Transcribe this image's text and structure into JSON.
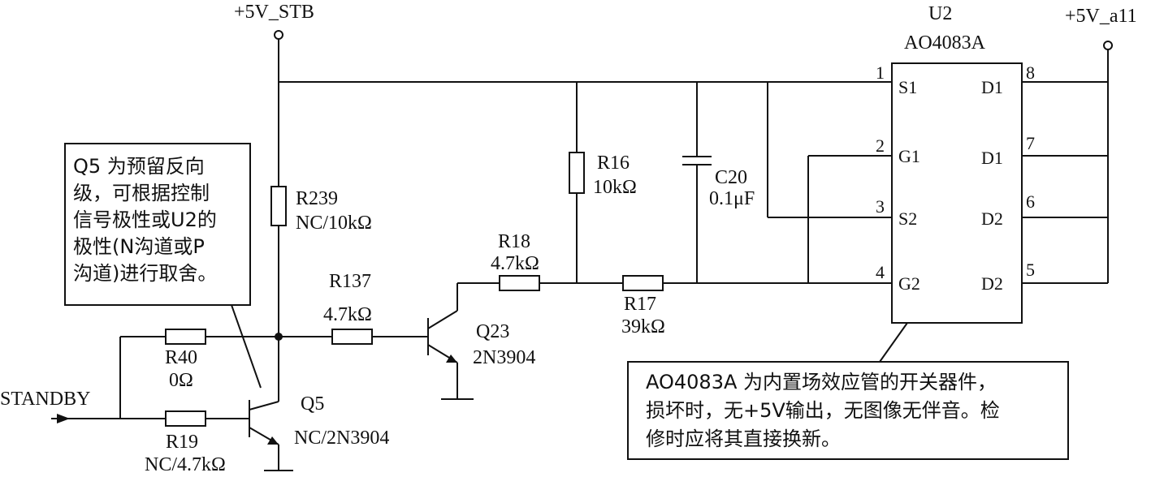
{
  "rails": {
    "stb": "+5V_STB",
    "all": "+5V_a11",
    "standby": "STANDBY"
  },
  "ic": {
    "ref": "U2",
    "part": "AO4083A",
    "pins": [
      {
        "num": "1",
        "name": "S1"
      },
      {
        "num": "2",
        "name": "G1"
      },
      {
        "num": "3",
        "name": "S2"
      },
      {
        "num": "4",
        "name": "G2"
      },
      {
        "num": "8",
        "name": "D1"
      },
      {
        "num": "7",
        "name": "D1"
      },
      {
        "num": "6",
        "name": "D2"
      },
      {
        "num": "5",
        "name": "D2"
      }
    ]
  },
  "components": {
    "r239": {
      "ref": "R239",
      "value": "NC/10kΩ"
    },
    "r16": {
      "ref": "R16",
      "value": "10kΩ"
    },
    "c20": {
      "ref": "C20",
      "value": "0.1μF"
    },
    "r18": {
      "ref": "R18",
      "value": "4.7kΩ"
    },
    "r137": {
      "ref": "R137",
      "value": "4.7kΩ"
    },
    "r17": {
      "ref": "R17",
      "value": "39kΩ"
    },
    "r40": {
      "ref": "R40",
      "value": "0Ω"
    },
    "r19": {
      "ref": "R19",
      "value": "NC/4.7kΩ"
    },
    "q23": {
      "ref": "Q23",
      "value": "2N3904"
    },
    "q5": {
      "ref": "Q5",
      "value": "NC/2N3904"
    }
  },
  "notes": {
    "left": [
      "Q5 为预留反向",
      "级，可根据控制",
      "信号极性或U2的",
      "极性(N沟道或P",
      "沟道)进行取舍。"
    ],
    "right": [
      "AO4083A 为内置场效应管的开关器件，",
      "损坏时，无+5V输出，无图像无伴音。检",
      "修时应将其直接换新。"
    ]
  }
}
